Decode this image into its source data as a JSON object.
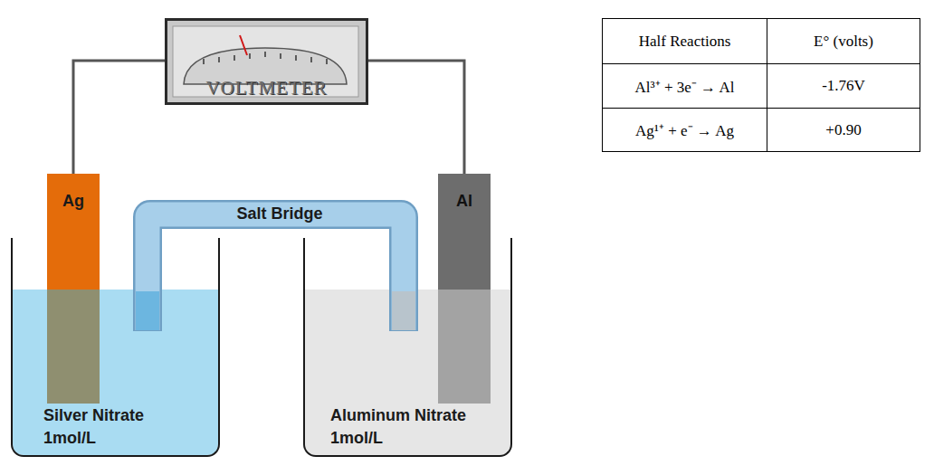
{
  "diagram": {
    "nodes": [
      {
        "text": [
          "VOLTMETER"
        ]
      },
      {
        "text": [
          "Ag"
        ]
      },
      {
        "text": [
          "Salt Bridge"
        ]
      },
      {
        "text": [
          "Al"
        ]
      },
      {
        "text": [
          "Silver Nitrate 1mol/L"
        ]
      },
      {
        "text": [
          "Aluminum Nitrate 1mol/L"
        ]
      }
    ],
    "edges": [
      {
        "from": 0,
        "to": 1,
        "arrow": "none"
      },
      {
        "from": 0,
        "to": 3,
        "arrow": "none"
      }
    ],
    "labels": [
      "Half Reactions",
      "E° (volts)",
      "Al³⁺ + 3e⁻ → Al",
      "-1.76V",
      "Ag¹⁺ + e⁻ → Ag",
      "+0.90"
    ]
  }
}
